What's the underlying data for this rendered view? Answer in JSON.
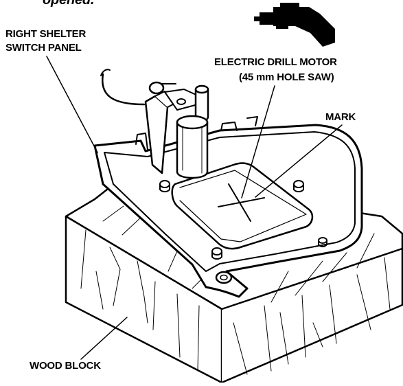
{
  "labels": {
    "cut_text": "opened.",
    "right_shelter_line1": "RIGHT SHELTER",
    "right_shelter_line2": "SWITCH PANEL",
    "drill_line1": "ELECTRIC DRILL MOTOR",
    "drill_line2": "(45 mm HOLE SAW)",
    "mark": "MARK",
    "wood_block": "WOOD BLOCK"
  },
  "colors": {
    "ink": "#000000",
    "paper": "#ffffff"
  }
}
